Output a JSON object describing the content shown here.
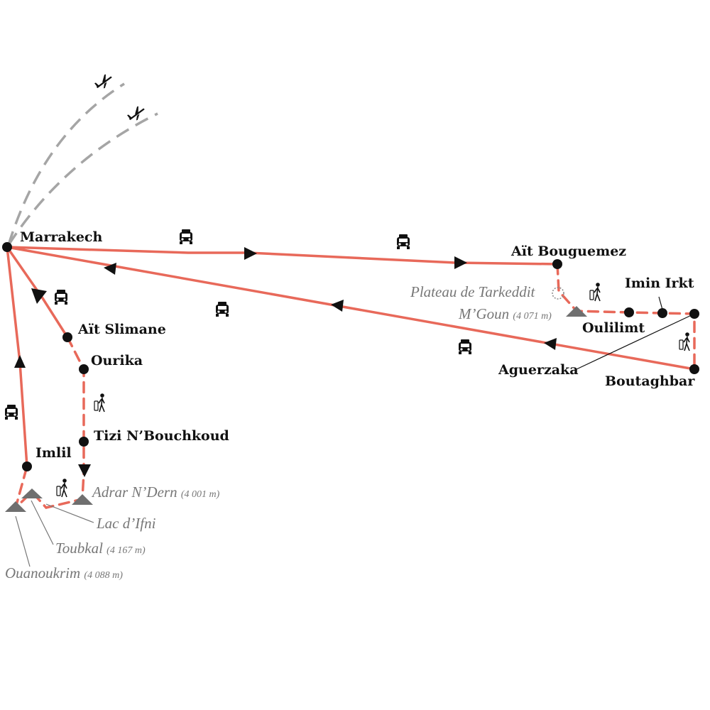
{
  "colors": {
    "route": "#e8695a",
    "peak": "#777777",
    "label": "#111111",
    "flight": "#a0a0a0"
  },
  "places": {
    "marrakech": "Marrakech",
    "ait_bouguemez": "Aït Bouguemez",
    "imin_irkt": "Imin Irkt",
    "oulilimt": "Oulilimt",
    "aguerzaka": "Aguerzaka",
    "boutaghbar": "Boutaghbar",
    "ait_slimane": "Aït Slimane",
    "ourika": "Ourika",
    "tizi": "Tizi N’Bouchkoud",
    "imlil": "Imlil"
  },
  "peaks": {
    "tarkeddit": "Plateau de Tarkeddit",
    "mgoun": "M’Goun",
    "mgoun_alt": "(4 071 m)",
    "adrar": "Adrar N’Dern",
    "adrar_alt": "(4 001 m)",
    "lac": "Lac d’Ifni",
    "toubkal": "Toubkal",
    "toubkal_alt": "(4 167 m)",
    "ouanoukrim": "Ouanoukrim",
    "ouanoukrim_alt": "(4 088 m)"
  },
  "icons": {
    "transport": "car-icon",
    "trek": "hiker-icon",
    "flight": "plane-icon",
    "summit": "triangle-icon"
  }
}
